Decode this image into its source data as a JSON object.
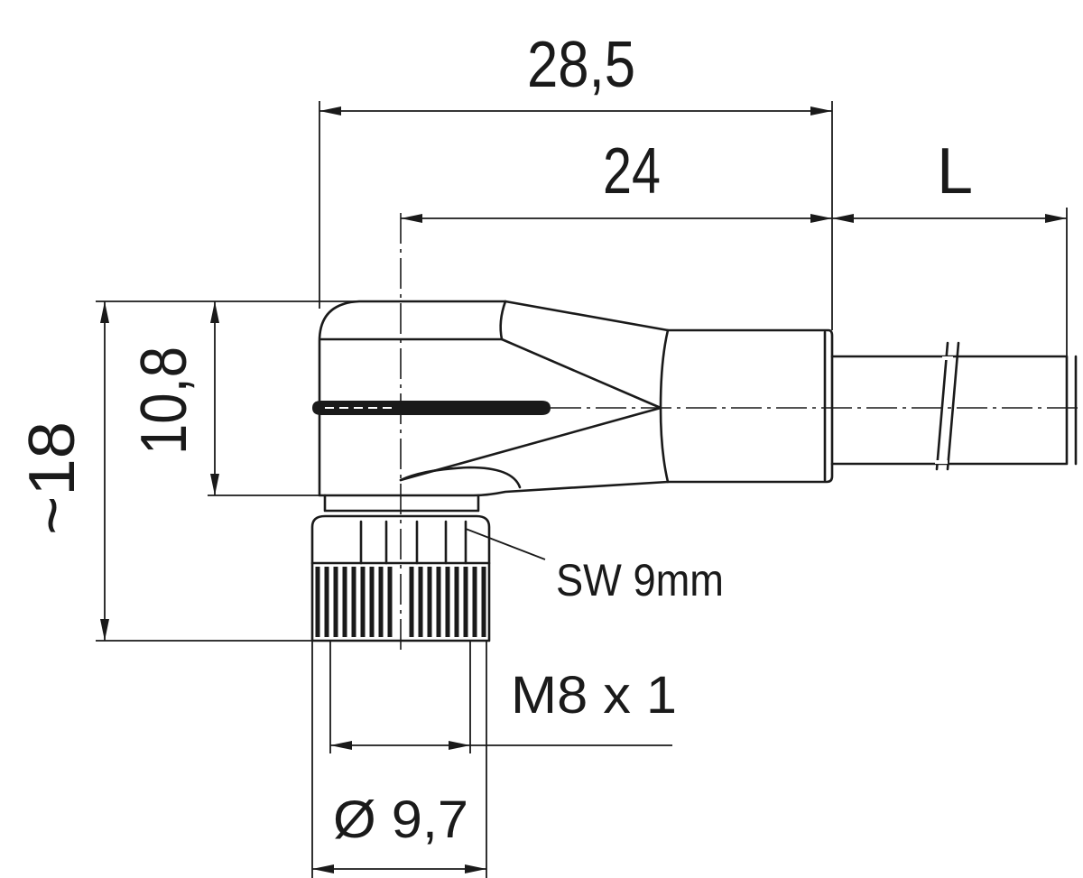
{
  "dimensions": {
    "overall_length": "28,5",
    "body_length": "24",
    "cable_length": "L",
    "body_height": "10,8",
    "total_height": "~18",
    "wrench_size": "SW 9mm",
    "thread": "M8 x 1",
    "nut_diameter": "Ø 9,7"
  }
}
